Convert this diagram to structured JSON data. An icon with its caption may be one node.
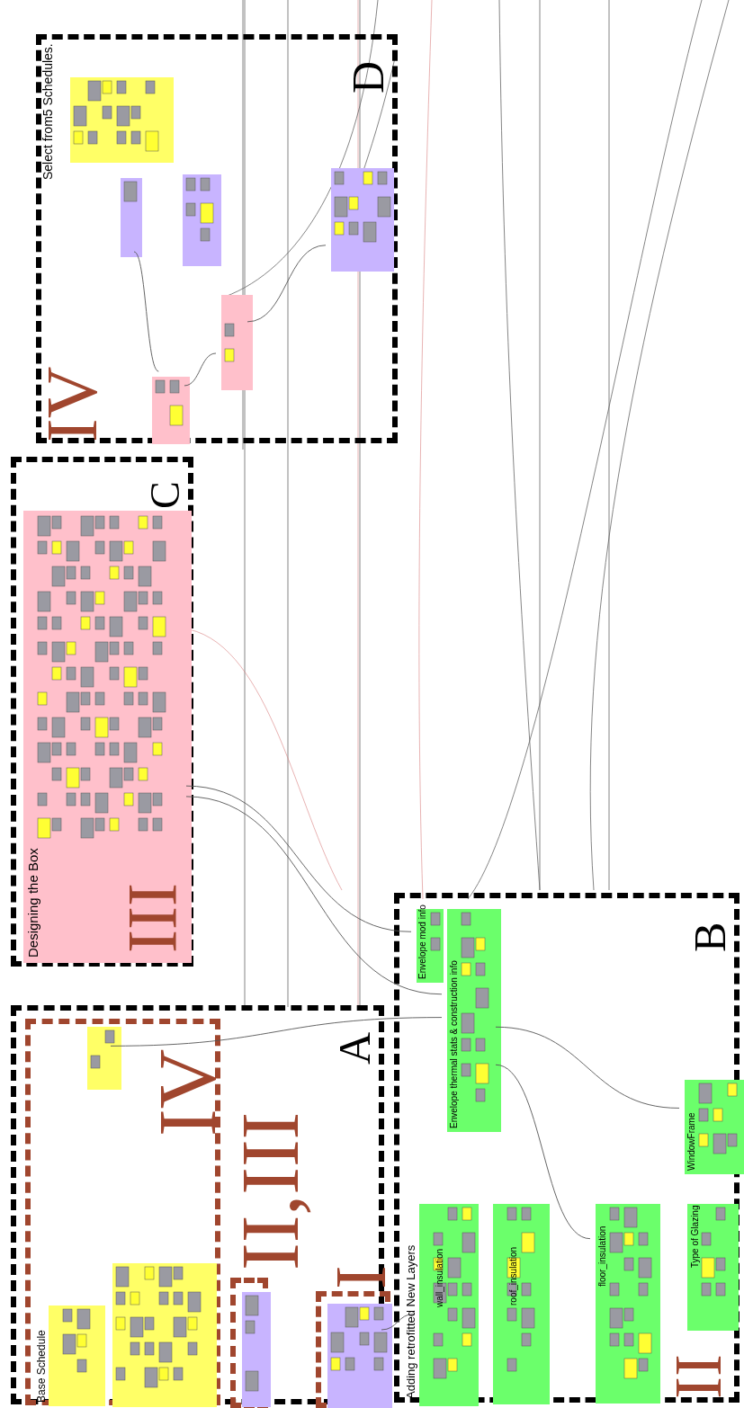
{
  "diagram": {
    "nodes": [
      {
        "text": [
          "A"
        ]
      },
      {
        "text": [
          "IV"
        ],
        "in": 0
      },
      {
        "text": [
          "Base Schedule"
        ],
        "in": 1
      },
      {
        "text": [],
        "shape": "box",
        "in": 1
      },
      {
        "text": [],
        "shape": "box",
        "in": 1
      },
      {
        "text": [
          "II,III"
        ],
        "in": 0
      },
      {
        "text": [],
        "shape": "box",
        "in": 5
      },
      {
        "text": [
          "I"
        ],
        "in": 0
      },
      {
        "text": [],
        "shape": "box",
        "in": 7
      },
      {
        "text": [
          "B"
        ]
      },
      {
        "text": [
          "Envelope mod info"
        ],
        "in": 9
      },
      {
        "text": [
          "Envelope thermal stats & construction info"
        ],
        "in": 9
      },
      {
        "text": [
          "wall_insulation"
        ],
        "in": 9
      },
      {
        "text": [
          "roof_insulation"
        ],
        "in": 9
      },
      {
        "text": [
          "floor_insulation"
        ],
        "in": 9
      },
      {
        "text": [
          "WindowFrame"
        ],
        "in": 9
      },
      {
        "text": [
          "Type of Glazing"
        ],
        "in": 9
      },
      {
        "text": [
          "C"
        ]
      },
      {
        "text": [
          "Designing the Box"
        ],
        "in": 17
      },
      {
        "text": [
          "D"
        ]
      },
      {
        "text": [],
        "shape": "box",
        "in": 19
      },
      {
        "text": [],
        "shape": "box",
        "in": 19
      },
      {
        "text": [],
        "shape": "box",
        "in": 19
      },
      {
        "text": [],
        "shape": "box",
        "in": 19
      },
      {
        "text": [],
        "shape": "box",
        "in": 19
      },
      {
        "text": [],
        "shape": "box",
        "in": 19
      }
    ],
    "edges": [
      {
        "from": 18,
        "to": 10,
        "arrow": "none"
      },
      {
        "from": 18,
        "to": 11,
        "arrow": "none"
      },
      {
        "from": 4,
        "to": 11,
        "arrow": "none"
      },
      {
        "from": 11,
        "to": 15,
        "arrow": "none"
      },
      {
        "from": 11,
        "to": 14,
        "arrow": "none"
      },
      {
        "from": 8,
        "to": 12,
        "arrow": "none"
      },
      {
        "from": 21,
        "to": 25,
        "arrow": "none"
      },
      {
        "from": 25,
        "to": 24,
        "arrow": "none"
      },
      {
        "from": 24,
        "to": 23,
        "arrow": "none"
      }
    ],
    "labels": [
      "Select from5 Schedules.",
      "IV",
      "III",
      "Adding retrofitted New Layers",
      "II"
    ]
  }
}
